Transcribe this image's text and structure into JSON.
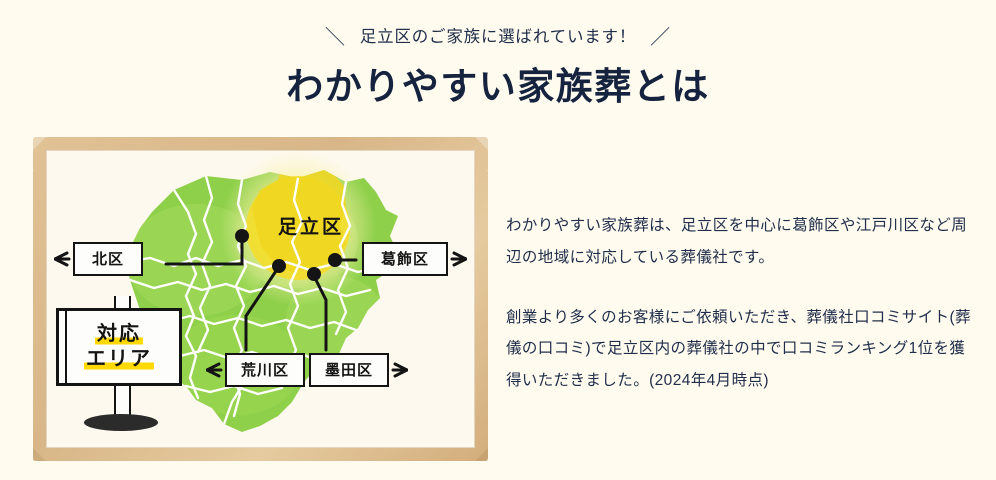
{
  "header": {
    "eyebrow": "足立区のご家族に選ばれています！",
    "slash_left": "＼",
    "slash_right": "／",
    "title": "わかりやすい家族葬とは"
  },
  "map": {
    "frame_alt": "対応エリア地図",
    "signpost": {
      "line1": "対応",
      "line2": "エリア"
    },
    "highlight_label": "足立区",
    "labels": [
      {
        "text": "北区",
        "side": "left"
      },
      {
        "text": "葛飾区",
        "side": "right"
      },
      {
        "text": "荒川区",
        "side": "left"
      },
      {
        "text": "墨田区",
        "side": "right"
      }
    ],
    "colors": {
      "frame": "#d8b687",
      "frame_inner_bg": "#fdf9ee",
      "map_green": "#8fd04a",
      "map_green_light": "#a9dd62",
      "highlight_yellow": "#f2dd2e",
      "halo_yellow": "#f7ec8e",
      "marker_line": "#1a1a1a",
      "sign_underline": "#ffd900"
    }
  },
  "body_text": {
    "paragraphs": [
      "わかりやすい家族葬は、足立区を中心に葛飾区や江戸川区など周辺の地域に対応している葬儀社です。",
      "創業より多くのお客様にご依頼いただき、葬儀社口コミサイト(葬儀の口コミ)で足立区内の葬儀社の中で口コミランキング1位を獲得いただきました。(2024年4月時点)"
    ]
  },
  "theme": {
    "page_bg": "#fffbef",
    "heading_color": "#15233f",
    "text_color": "#1f2d4a"
  }
}
